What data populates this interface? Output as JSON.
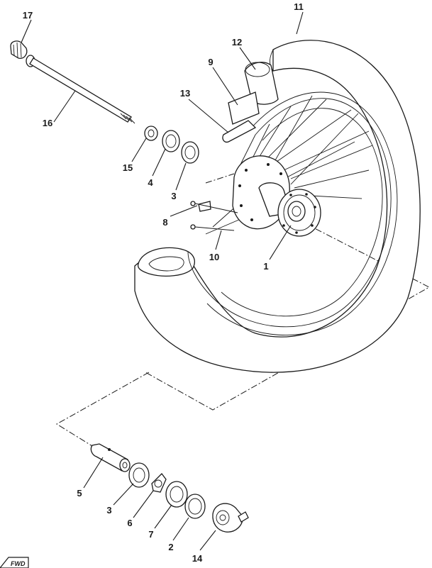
{
  "labels": {
    "p1": "1",
    "p2": "2",
    "p3a": "3",
    "p3b": "3",
    "p4": "4",
    "p5": "5",
    "p6": "6",
    "p7": "7",
    "p8": "8",
    "p9": "9",
    "p10": "10",
    "p11": "11",
    "p12": "12",
    "p13": "13",
    "p14": "14",
    "p15": "15",
    "p16": "16",
    "p17": "17"
  },
  "badge": "FWD"
}
